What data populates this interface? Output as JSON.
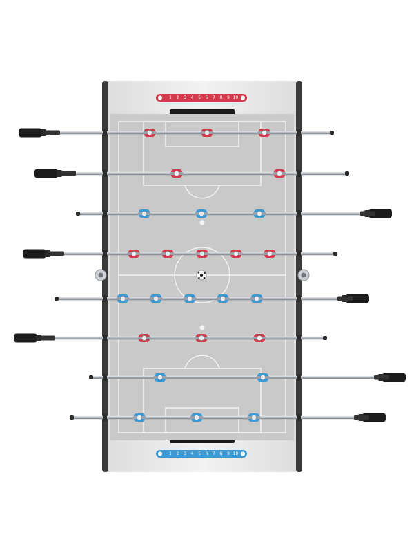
{
  "scene": {
    "subject": "foosball-table",
    "view": "top-down",
    "colors": {
      "background": "#ffffff",
      "cabinet": "#ececec",
      "cabinet_edge": "#3a3a3a",
      "field": "#c9c9c9",
      "field_lines": "#f4f4f4",
      "rod": "#b9bec4",
      "handle": "#1c1c1c",
      "team_red": "#d33a4b",
      "team_blue": "#3a9ad8"
    }
  },
  "score_counters": {
    "top": {
      "team": "red",
      "labels": [
        "1",
        "2",
        "3",
        "4",
        "5",
        "6",
        "7",
        "8",
        "9",
        "10"
      ]
    },
    "bottom": {
      "team": "blue",
      "labels": [
        "1",
        "2",
        "3",
        "4",
        "5",
        "6",
        "7",
        "8",
        "9",
        "10"
      ]
    }
  },
  "rods": [
    {
      "id": "rod-1",
      "team": "red",
      "players": 3,
      "handle_side": "left"
    },
    {
      "id": "rod-2",
      "team": "red",
      "players": 2,
      "handle_side": "left"
    },
    {
      "id": "rod-3",
      "team": "blue",
      "players": 3,
      "handle_side": "right"
    },
    {
      "id": "rod-4",
      "team": "red",
      "players": 5,
      "handle_side": "left"
    },
    {
      "id": "rod-5",
      "team": "blue",
      "players": 5,
      "handle_side": "right"
    },
    {
      "id": "rod-6",
      "team": "red",
      "players": 3,
      "handle_side": "left"
    },
    {
      "id": "rod-7",
      "team": "blue",
      "players": 2,
      "handle_side": "right"
    },
    {
      "id": "rod-8",
      "team": "blue",
      "players": 3,
      "handle_side": "right"
    }
  ]
}
